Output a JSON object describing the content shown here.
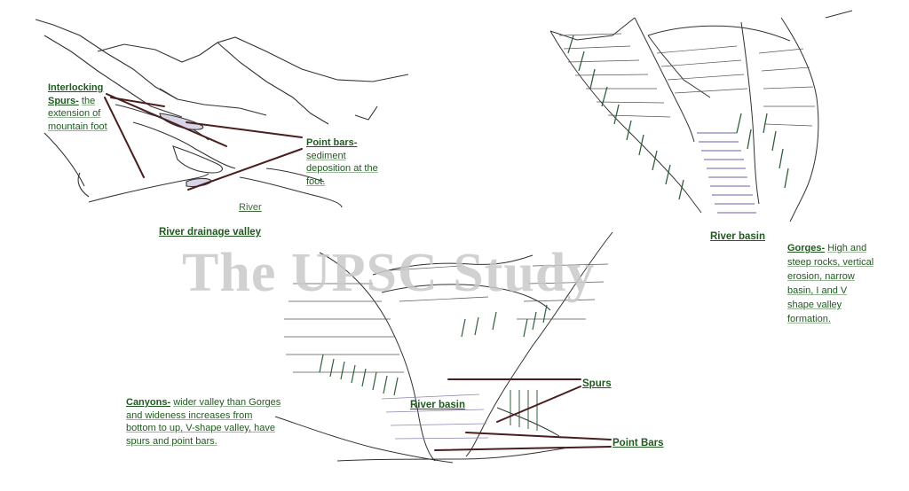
{
  "watermark": "The UPSC Study",
  "labels": {
    "interlocking_spurs": {
      "title": "Interlocking Spurs-",
      "desc": "the extension of mountain foot"
    },
    "point_bars_top": {
      "title": "Point bars-",
      "desc": "sediment deposition at the foot."
    },
    "river": "River",
    "river_drainage_valley": "River drainage valley",
    "river_basin_gorge": "River basin",
    "gorges": {
      "title": "Gorges-",
      "desc": "High and steep rocks, vertical erosion, narrow basin, I and V shape valley formation."
    },
    "canyons": {
      "title": "Canyons-",
      "desc": "wider valley than Gorges and wideness increases from bottom to up, V-shape valley, have spurs and point bars."
    },
    "river_basin_canyon": "River basin",
    "spurs": "Spurs",
    "point_bars_bottom": "Point Bars"
  },
  "colors": {
    "label_text": "#1f5a1f",
    "pointer_line": "#4a1e1e",
    "sketch": "#2b2b2b",
    "vegetation": "#2f5f3a",
    "water": "#6a5fa8"
  }
}
